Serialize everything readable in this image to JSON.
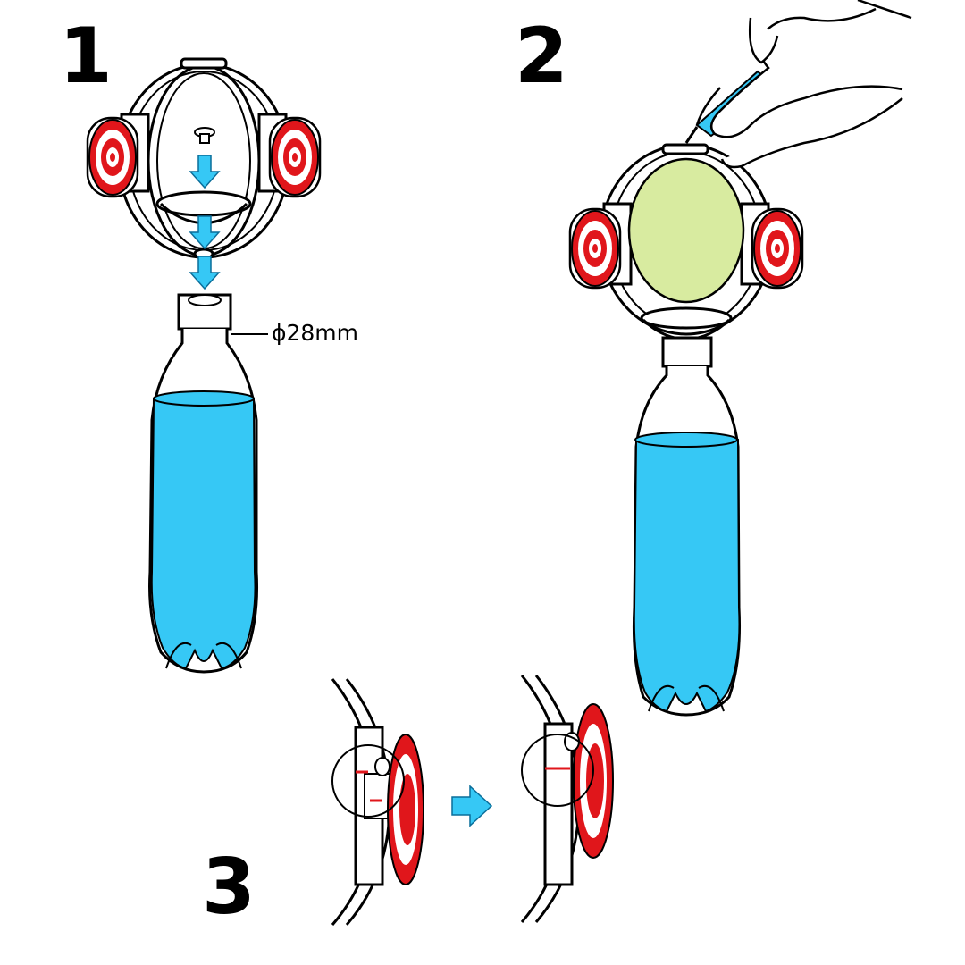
{
  "steps": [
    {
      "number": "1"
    },
    {
      "number": "2"
    },
    {
      "number": "3"
    }
  ],
  "dimension_label": "ϕ28mm",
  "colors": {
    "water": "#36c8f5",
    "target_red": "#e0161b",
    "balloon": "#d8eba0",
    "arrow": "#36c8f5",
    "outline": "#000000"
  },
  "icons": [
    "arrow-down-icon",
    "arrow-right-icon",
    "target-icon",
    "bottle-icon",
    "hand-icon",
    "pump-icon",
    "balloon-icon"
  ]
}
